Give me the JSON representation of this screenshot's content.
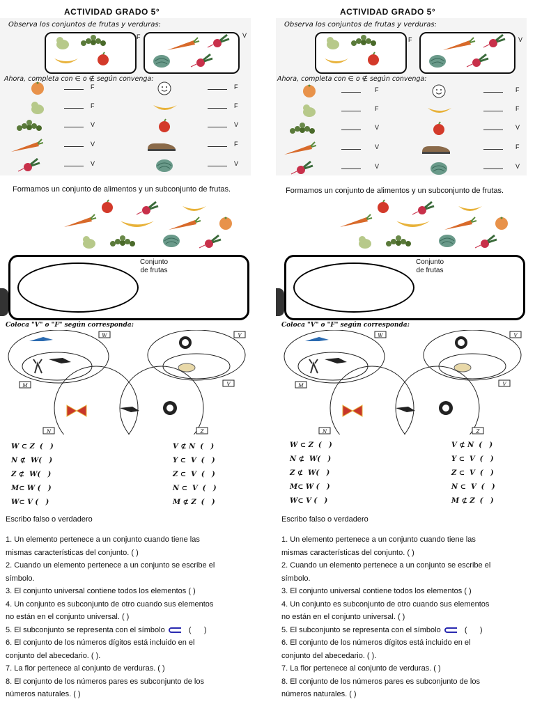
{
  "worksheet": {
    "title": "ACTIVIDAD  GRADO 5°",
    "observe_text": "Observa los conjuntos de frutas y verduras:",
    "set_f_label": "F",
    "set_v_label": "V",
    "ahora_text": "Ahora, completa con ∈ o ∉ según convenga:",
    "rows_left": [
      {
        "icon": "orange-icon",
        "letter": "F"
      },
      {
        "icon": "pear-icon",
        "letter": "F"
      },
      {
        "icon": "grapes-icon",
        "letter": "V"
      },
      {
        "icon": "carrot-icon",
        "letter": "V"
      },
      {
        "icon": "radish-icon",
        "letter": "V"
      }
    ],
    "rows_right": [
      {
        "icon": "smiley-icon",
        "letter": "F"
      },
      {
        "icon": "banana-icon",
        "letter": "F"
      },
      {
        "icon": "apple-icon",
        "letter": "V"
      },
      {
        "icon": "shoe-icon",
        "letter": "F"
      },
      {
        "icon": "cabbage-icon",
        "letter": "V"
      }
    ],
    "formamos_text": "Formamos un conjunto de alimentos y un subconjunto de frutas.",
    "conjunto_label_1": "Conjunto",
    "conjunto_label_2": "de frutas",
    "coloca_text": "Coloca \"V\" o \"F\" según corresponda:",
    "venn_labels": {
      "w": "W",
      "v": "V",
      "m": "M",
      "n": "N",
      "z": "Z"
    },
    "relations_left": [
      "W ⊂ Z  (   )",
      "N ⊄  W(   )",
      "Z ⊄  W(   )",
      "M⊂ W (   )",
      "W⊂ V (   )"
    ],
    "relations_right": [
      "V ⊄ N  (   )",
      "Y ⊂  V  (   )",
      "Z ⊂  V  (   )",
      "N ⊂  V  (   )",
      "M ⊄ Z  (   )"
    ],
    "escribo_text": "Escribo falso o verdadero",
    "s1a": "1.  Un elemento pertenece a un conjunto cuando tiene las",
    "s1b": "mismas características del conjunto.  (     )",
    "s2a": "2.  Cuando un elemento pertenece a un conjunto se escribe el",
    "s2b": "símbolo.",
    "s3": "3. El conjunto universal contiene todos los elementos  (      )",
    "s4a": "4. Un conjunto es subconjunto de otro cuando sus elementos",
    "s4b": "no están en el conjunto universal.  (     )",
    "s5a": "5. El subconjunto se representa con el símbolo",
    "s5b": "   (      )",
    "s6a": "6. El conjunto de los números dígitos está incluido en el",
    "s6b": "conjunto del abecedario.    (    ).",
    "s7": "7. La flor pertenece al conjunto de verduras.   (      )",
    "s8a": "8. El conjunto de los números pares es subconjunto de los",
    "s8b": "números naturales.  (      )"
  },
  "colors": {
    "fruit_orange": "#e8924a",
    "leaf_green": "#5a8a3a",
    "apple_red": "#d33a2a",
    "banana_yellow": "#e8c23a",
    "bird_blue": "#2a6ab0",
    "butterfly": "#c8362a"
  }
}
